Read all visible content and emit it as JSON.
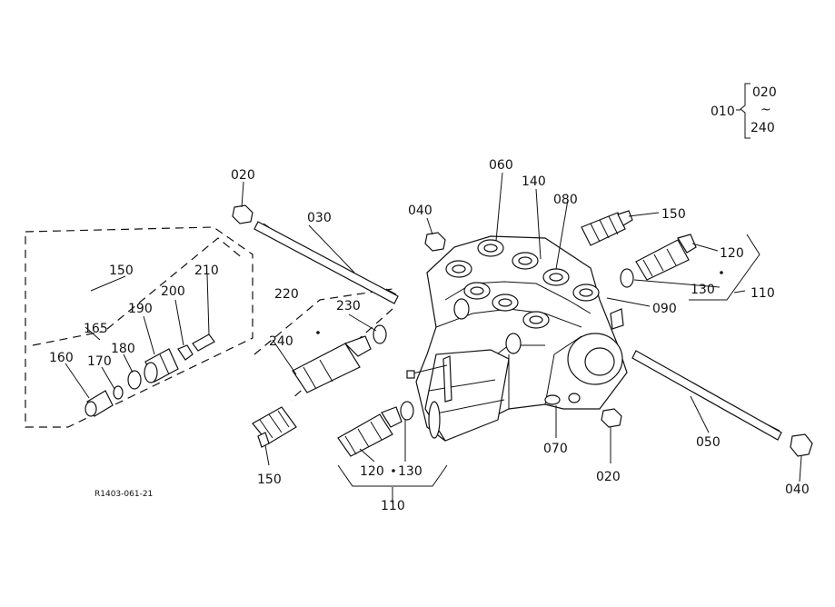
{
  "diagram": {
    "reference_code": "R1403-061-21",
    "assembly": {
      "main": "010",
      "range_from": "020",
      "range_sep": "~",
      "range_to": "240"
    },
    "callouts": [
      {
        "id": "c-020-top",
        "text": "020"
      },
      {
        "id": "c-030",
        "text": "030"
      },
      {
        "id": "c-040-top",
        "text": "040"
      },
      {
        "id": "c-060",
        "text": "060"
      },
      {
        "id": "c-140",
        "text": "140"
      },
      {
        "id": "c-080",
        "text": "080"
      },
      {
        "id": "c-150-top",
        "text": "150"
      },
      {
        "id": "c-120-right",
        "text": "120"
      },
      {
        "id": "c-130-right",
        "text": "130"
      },
      {
        "id": "c-110-right",
        "text": "110"
      },
      {
        "id": "c-090",
        "text": "090"
      },
      {
        "id": "c-150-left",
        "text": "150"
      },
      {
        "id": "c-210",
        "text": "210"
      },
      {
        "id": "c-200",
        "text": "200"
      },
      {
        "id": "c-190",
        "text": "190"
      },
      {
        "id": "c-165",
        "text": "165"
      },
      {
        "id": "c-180",
        "text": "180"
      },
      {
        "id": "c-170",
        "text": "170"
      },
      {
        "id": "c-160",
        "text": "160"
      },
      {
        "id": "c-220",
        "text": "220"
      },
      {
        "id": "c-230",
        "text": "230"
      },
      {
        "id": "c-240",
        "text": "240"
      },
      {
        "id": "c-150-bottom",
        "text": "150"
      },
      {
        "id": "c-120-bottom",
        "text": "120"
      },
      {
        "id": "c-130-bottom",
        "text": "130"
      },
      {
        "id": "c-110-bottom",
        "text": "110"
      },
      {
        "id": "c-070",
        "text": "070"
      },
      {
        "id": "c-020-bottom",
        "text": "020"
      },
      {
        "id": "c-050",
        "text": "050"
      },
      {
        "id": "c-040-bottom",
        "text": "040"
      }
    ]
  }
}
